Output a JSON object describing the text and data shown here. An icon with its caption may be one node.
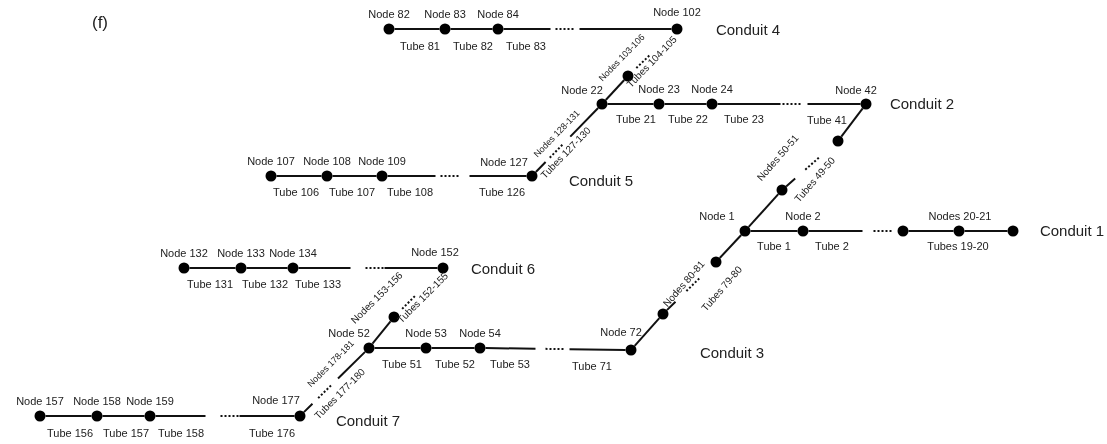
{
  "diagram": {
    "nodes": [
      {
        "text": [],
        "shape": "circle",
        "beside": [
          "Node 82"
        ]
      },
      {
        "text": [],
        "shape": "circle",
        "beside": [
          "Node 83"
        ]
      },
      {
        "text": [],
        "shape": "circle",
        "beside": [
          "Node 84"
        ]
      },
      {
        "text": [],
        "shape": "circle",
        "beside": [
          "Node 102"
        ]
      },
      {
        "text": [],
        "shape": "circle"
      },
      {
        "text": [],
        "shape": "circle",
        "beside": [
          "Node 22"
        ]
      },
      {
        "text": [],
        "shape": "circle",
        "beside": [
          "Node 23"
        ]
      },
      {
        "text": [],
        "shape": "circle",
        "beside": [
          "Node 24"
        ]
      },
      {
        "text": [],
        "shape": "circle",
        "beside": [
          "Node 42"
        ]
      },
      {
        "text": [],
        "shape": "circle"
      },
      {
        "text": [],
        "shape": "circle",
        "beside": [
          "Node 107"
        ]
      },
      {
        "text": [],
        "shape": "circle",
        "beside": [
          "Node 108"
        ]
      },
      {
        "text": [],
        "shape": "circle",
        "beside": [
          "Node 109"
        ]
      },
      {
        "text": [],
        "shape": "circle",
        "beside": [
          "Node 127"
        ]
      },
      {
        "text": [],
        "shape": "circle"
      },
      {
        "text": [],
        "shape": "circle",
        "beside": [
          "Node 1"
        ]
      },
      {
        "text": [],
        "shape": "circle",
        "beside": [
          "Node 2"
        ]
      },
      {
        "text": [],
        "shape": "circle"
      },
      {
        "text": [],
        "shape": "circle"
      },
      {
        "text": [],
        "shape": "circle"
      },
      {
        "text": [],
        "shape": "circle"
      },
      {
        "text": [],
        "shape": "circle",
        "beside": [
          "Node 132"
        ]
      },
      {
        "text": [],
        "shape": "circle",
        "beside": [
          "Node 133"
        ]
      },
      {
        "text": [],
        "shape": "circle",
        "beside": [
          "Node 134"
        ]
      },
      {
        "text": [],
        "shape": "circle",
        "beside": [
          "Node 152"
        ]
      },
      {
        "text": [],
        "shape": "circle"
      },
      {
        "text": [],
        "shape": "circle"
      },
      {
        "text": [],
        "shape": "circle",
        "beside": [
          "Node 52"
        ]
      },
      {
        "text": [],
        "shape": "circle",
        "beside": [
          "Node 53"
        ]
      },
      {
        "text": [],
        "shape": "circle",
        "beside": [
          "Node 54"
        ]
      },
      {
        "text": [],
        "shape": "circle",
        "beside": [
          "Node 72"
        ]
      },
      {
        "text": [],
        "shape": "circle",
        "beside": [
          "Node 157"
        ]
      },
      {
        "text": [],
        "shape": "circle",
        "beside": [
          "Node 158"
        ]
      },
      {
        "text": [],
        "shape": "circle",
        "beside": [
          "Node 159"
        ]
      },
      {
        "text": [],
        "shape": "circle",
        "beside": [
          "Node 177"
        ]
      }
    ],
    "edges": [
      {
        "from": 0,
        "to": 1,
        "arrow": "none",
        "label": "Tube 81"
      },
      {
        "from": 1,
        "to": 2,
        "arrow": "none",
        "label": "Tube 82"
      },
      {
        "from": 2,
        "to": 3,
        "arrow": "none",
        "label": "Tube 83",
        "style": "dashed"
      },
      {
        "from": 5,
        "to": 4,
        "arrow": "none"
      },
      {
        "from": 4,
        "to": 3,
        "arrow": "none",
        "label": "Tubes 104-105",
        "style": "dashed"
      },
      {
        "from": 5,
        "to": 6,
        "arrow": "none",
        "label": "Tube 21"
      },
      {
        "from": 6,
        "to": 7,
        "arrow": "none",
        "label": "Tube 22"
      },
      {
        "from": 7,
        "to": 8,
        "arrow": "none",
        "label": "Tube 23",
        "style": "dashed"
      },
      {
        "from": 8,
        "to": 9,
        "arrow": "none"
      },
      {
        "from": 9,
        "to": 14,
        "arrow": "none",
        "label": "Tubes 49-50",
        "style": "dashed"
      },
      {
        "from": 14,
        "to": 15,
        "arrow": "none"
      },
      {
        "from": 10,
        "to": 11,
        "arrow": "none",
        "label": "Tube 106"
      },
      {
        "from": 11,
        "to": 12,
        "arrow": "none",
        "label": "Tube 107"
      },
      {
        "from": 12,
        "to": 13,
        "arrow": "none",
        "label": "Tube 108",
        "style": "dashed"
      },
      {
        "from": 13,
        "to": 5,
        "arrow": "none",
        "label": "Tubes 127-130",
        "style": "dashed"
      },
      {
        "from": 15,
        "to": 16,
        "arrow": "none",
        "label": "Tube 1"
      },
      {
        "from": 16,
        "to": 17,
        "arrow": "none",
        "label": "Tube 2",
        "style": "dashed"
      },
      {
        "from": 17,
        "to": 18,
        "arrow": "none"
      },
      {
        "from": 18,
        "to": 19,
        "arrow": "none"
      },
      {
        "from": 15,
        "to": 20,
        "arrow": "none"
      },
      {
        "from": 20,
        "to": 26,
        "arrow": "none",
        "label": "Tubes 79-80",
        "style": "dashed"
      },
      {
        "from": 26,
        "to": 30,
        "arrow": "none"
      },
      {
        "from": 21,
        "to": 22,
        "arrow": "none",
        "label": "Tube 131"
      },
      {
        "from": 22,
        "to": 23,
        "arrow": "none",
        "label": "Tube 132"
      },
      {
        "from": 23,
        "to": 24,
        "arrow": "none",
        "label": "Tube 133",
        "style": "dashed"
      },
      {
        "from": 27,
        "to": 25,
        "arrow": "none"
      },
      {
        "from": 25,
        "to": 24,
        "arrow": "none",
        "label": "Tubes 152-155",
        "style": "dashed"
      },
      {
        "from": 27,
        "to": 28,
        "arrow": "none",
        "label": "Tube 51"
      },
      {
        "from": 28,
        "to": 29,
        "arrow": "none",
        "label": "Tube 52"
      },
      {
        "from": 29,
        "to": 30,
        "arrow": "none",
        "label": "Tube 53",
        "style": "dashed"
      },
      {
        "from": 31,
        "to": 32,
        "arrow": "none",
        "label": "Tube 156"
      },
      {
        "from": 32,
        "to": 33,
        "arrow": "none",
        "label": "Tube 157"
      },
      {
        "from": 33,
        "to": 34,
        "arrow": "none",
        "label": "Tube 158",
        "style": "dashed"
      },
      {
        "from": 34,
        "to": 27,
        "arrow": "none",
        "label": "Tubes 177-180",
        "style": "dashed"
      }
    ],
    "labels": [
      "(f)",
      "Conduit 4",
      "Nodes 103-106",
      "Conduit 2",
      "Tube 41",
      "Nodes 128-131",
      "Conduit 5",
      "Tube 126",
      "Nodes 50-51",
      "Nodes 20-21",
      "Conduit 1",
      "Tubes 19-20",
      "Nodes 80-81",
      "Conduit 6",
      "Nodes 153-156",
      "Tube 71",
      "Conduit 3",
      "Nodes 178-181",
      "Conduit 7",
      "Tube 176"
    ]
  }
}
